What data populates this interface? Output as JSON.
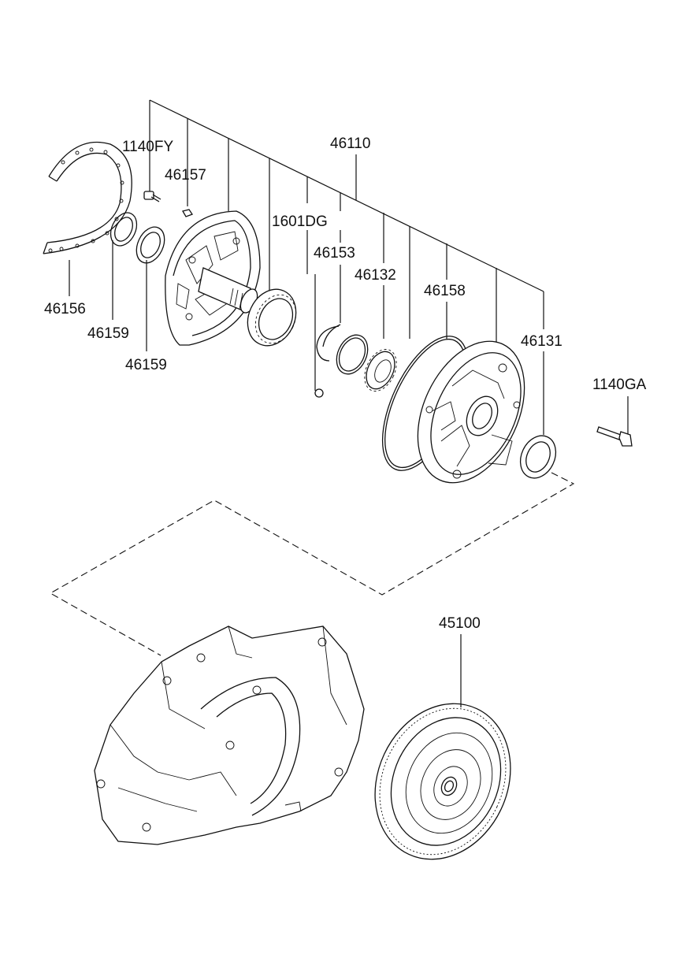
{
  "diagram": {
    "labels": {
      "p46110": "46110",
      "p1140FY": "1140FY",
      "p46157": "46157",
      "p1601DG": "1601DG",
      "p46153": "46153",
      "p46132": "46132",
      "p46158": "46158",
      "p46131": "46131",
      "p1140GA": "1140GA",
      "p46156": "46156",
      "p46159a": "46159",
      "p46159b": "46159",
      "p45100": "45100"
    }
  }
}
